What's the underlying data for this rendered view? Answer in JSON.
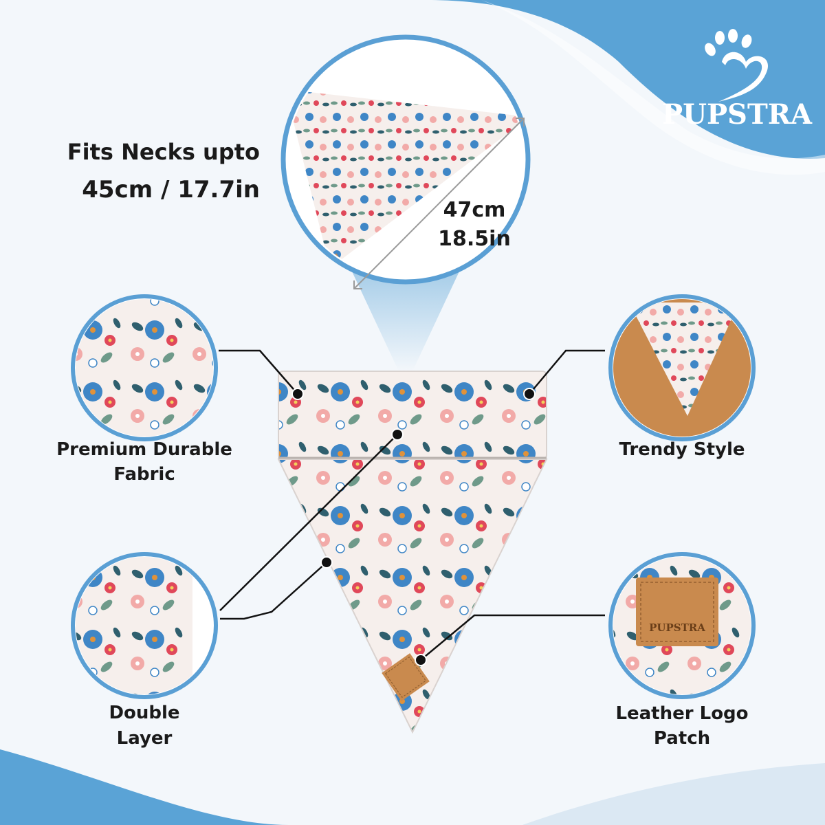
{
  "brand": {
    "name": "PUPSTRA",
    "logo_icon": "paw-heart-icon",
    "patch_text": "PUPSTRA"
  },
  "colors": {
    "accent": "#5aa3d6",
    "circle_border": "#5a9fd4",
    "background": "#f3f7fb",
    "leather": "#c98a4e"
  },
  "fit": {
    "line1": "Fits Necks upto",
    "line2": "45cm / 17.7in"
  },
  "dimension": {
    "cm": "47cm",
    "in": "18.5in"
  },
  "features": [
    {
      "line1": "Premium Durable",
      "line2": "Fabric"
    },
    {
      "line1": "Trendy Style",
      "line2": ""
    },
    {
      "line1": "Double",
      "line2": "Layer"
    },
    {
      "line1": "Leather Logo",
      "line2": "Patch"
    }
  ]
}
